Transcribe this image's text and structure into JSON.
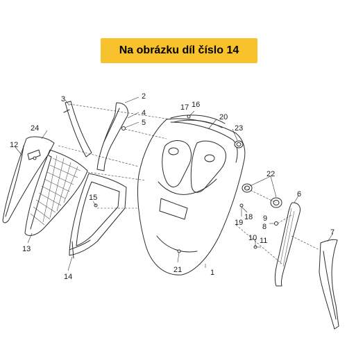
{
  "banner": {
    "text": "Na obrázku díl číslo 14",
    "color": "#f7c22b"
  },
  "callouts": [
    "1",
    "2",
    "3",
    "4",
    "5",
    "6",
    "7",
    "8",
    "9",
    "10",
    "11",
    "12",
    "13",
    "14",
    "15",
    "16",
    "17",
    "18",
    "19",
    "20",
    "21",
    "22",
    "23",
    "24"
  ]
}
